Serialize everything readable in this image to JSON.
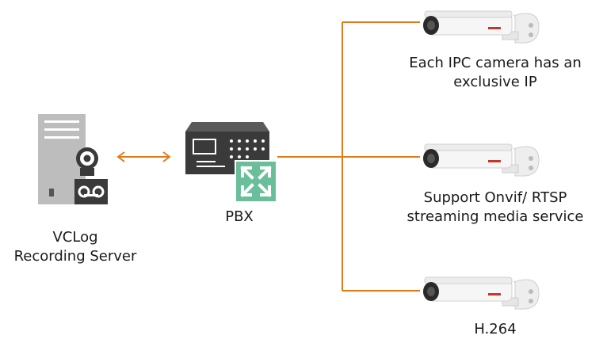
{
  "colors": {
    "connector": "#e07b1a",
    "device_body": "#3a3a3a",
    "server_gray": "#b9b9b9",
    "switch_green": "#6abf9a",
    "camera_white": "#f4f4f4"
  },
  "server": {
    "icon": "server-icon",
    "label_line1": "VCLog",
    "label_line2": "Recording Server"
  },
  "pbx": {
    "icon": "pbx-icon",
    "label": "PBX"
  },
  "cameras": [
    {
      "icon": "ip-camera-icon",
      "line1": "Each IPC camera has an",
      "line2": "exclusive IP"
    },
    {
      "icon": "ip-camera-icon",
      "line1": "Support Onvif/ RTSP",
      "line2": "streaming media service"
    },
    {
      "icon": "ip-camera-icon",
      "line1": "H.264",
      "line2": ""
    }
  ]
}
